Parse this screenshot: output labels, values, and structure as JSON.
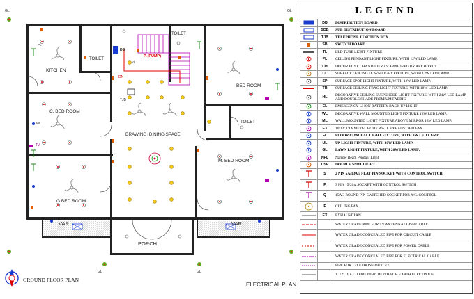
{
  "plan": {
    "title": "GROUND FLOOR PLAN",
    "subtitle": "ELECTRICAL PLAN",
    "rooms": {
      "kitchen": "KITCHEN",
      "toilet1": "TOILET",
      "toilet2": "TOILET",
      "toilet3": "TOILET",
      "bed_room": "BED ROOM",
      "c_bed_room": "C. BED ROOM",
      "drawing": "DRAWING+DINING SPACE",
      "m_bed_room": "M. BED ROOM",
      "g_bed_room": "G.BED ROOM",
      "var_left": "VAR",
      "var_right": "VAR",
      "porch": "PORCH"
    },
    "labels": {
      "db": "DB",
      "dn": "DN",
      "pump": "P-(PUMP)",
      "tjb": "TJB",
      "gl": "GL",
      "pl": "PL",
      "sp": "SP",
      "wl": "WL",
      "cl": "cl",
      "tv": "TV",
      "t": "T"
    }
  },
  "legend": {
    "title": "LEGEND",
    "items": [
      {
        "code": "DB",
        "desc": "DISTRIBUTION BOARD",
        "bold": true,
        "sym": "db-icon",
        "rows": 1
      },
      {
        "code": "SDB",
        "desc": "SUB DISTRIBUTION BOARD",
        "bold": true,
        "sym": "sdb-icon",
        "rows": 1
      },
      {
        "code": "TJB",
        "desc": "TELEPHONE JUNCTION BOX",
        "bold": true,
        "sym": "tjb-icon",
        "rows": 1
      },
      {
        "code": "SB",
        "desc": "SWITCH BOARD",
        "bold": true,
        "sym": "switch-board-icon",
        "rows": 1
      },
      {
        "code": "TL",
        "desc": "LED TUBE LIGHT FIXTURE",
        "bold": false,
        "sym": "tube-light-icon",
        "rows": 1
      },
      {
        "code": "PL",
        "desc": "CEILING PENDANT LIGHT FIXTURE, WITH 12W LED LAMP.",
        "bold": false,
        "sym": "pendant-light-icon",
        "rows": 1
      },
      {
        "code": "CH",
        "desc": "DECORATIVE CHANDILIER AS APPROVED BY ARCHITECT",
        "bold": false,
        "sym": "chandelier-icon",
        "rows": 1
      },
      {
        "code": "CL",
        "desc": "SURFACE CEILING DOWN LIGHT FIXTURE, WITH 12W LED LAMP.",
        "bold": false,
        "sym": "down-light-icon",
        "rows": 1
      },
      {
        "code": "SP",
        "desc": "SURFACE SPOT LIGHT FIXTURE, WITH 12W LED LAMP.",
        "bold": false,
        "sym": "spot-light-icon",
        "rows": 1
      },
      {
        "code": "TR",
        "desc": "SURFACE CEILING TRAC LIGHT FIXTURE, WITH 18W LED LAMP.",
        "bold": false,
        "sym": "track-light-icon",
        "rows": 1
      },
      {
        "code": "HL",
        "desc": "DECORATIVE CEILING SUSPENDED LIGHT FIXTURE, WITH 24W LED LAMP AND DOUBLE SHADE PREMIUM FABRIC",
        "bold": false,
        "sym": "suspended-light-icon",
        "rows": 2
      },
      {
        "code": "EL",
        "desc": "EMERGENCY  LI ION BATTERY BACK UP LIGHT",
        "bold": false,
        "sym": "emergency-light-icon",
        "rows": 1
      },
      {
        "code": "WL",
        "desc": "DECORATIVE WALL MOUNTED LIGHT FIXTURE 18W LED LAMP.",
        "bold": false,
        "sym": "wall-light-icon",
        "rows": 1
      },
      {
        "code": "ML",
        "desc": "WALL MOUNTED LIGHT FIXTURE ABOVE MIRROR 18W LED LAMP.",
        "bold": false,
        "sym": "mirror-light-icon",
        "rows": 1
      },
      {
        "code": "EX",
        "desc": "10/12\" DIA METAL BODY WALL EXHAUST AIR FAN",
        "bold": false,
        "sym": "exhaust-fan-icon",
        "rows": 1
      },
      {
        "code": "FL",
        "desc": "FLOOR CONCEAL LIGHT FIXTURE, WITH 3W LED LAMP",
        "bold": true,
        "sym": "floor-light-icon",
        "rows": 1
      },
      {
        "code": "UL",
        "desc": "UP LIGHT FIXTURE, WITH 20W LED LAMP.",
        "bold": true,
        "sym": "up-light-icon",
        "rows": 1
      },
      {
        "code": "GL",
        "desc": "LAWN LIGHT FIXTURE, WITH 20W LED LAMP.",
        "bold": true,
        "sym": "lawn-light-icon",
        "rows": 1
      },
      {
        "code": "NPL",
        "desc": "Narrow Beam Pendant Light",
        "bold": false,
        "sym": "narrow-pendant-icon",
        "rows": 1
      },
      {
        "code": "DSP",
        "desc": "DOUBLE SPOT LIGHT",
        "bold": true,
        "sym": "double-spot-icon",
        "rows": 1
      },
      {
        "code": "S",
        "desc": "2 PIN 5A/13A 5 FLAT PIN SOCKET WITH CONTROL SWITCH",
        "bold": true,
        "sym": "socket-5a-icon",
        "rows": 2
      },
      {
        "code": "P",
        "desc": "3 PIN 15/20A SOCKET WITH CONTROL SWITCH",
        "bold": false,
        "sym": "socket-15a-icon",
        "rows": 2
      },
      {
        "code": "Q",
        "desc": "15A 3 ROUND PIN SWITCHED SOCKET FOR A/C. CONTROL",
        "bold": false,
        "sym": "ac-socket-icon",
        "rows": 2
      },
      {
        "code": "F",
        "desc": "CEILING FAN",
        "bold": false,
        "sym": "ceiling-fan-icon",
        "rows": 2
      },
      {
        "code": "EX",
        "desc": "EXHAUST FAN",
        "bold": false,
        "sym": "exhaust-fan-line-icon",
        "rows": 1
      },
      {
        "code": "",
        "desc": "WATER GRADE PIPE FOR TV ANTENNA / DISH CABLE",
        "bold": false,
        "sym": "tv-cable-line-icon",
        "rows": 2
      },
      {
        "code": "",
        "desc": "WATER GRADE CONCEALED PIPE FOR CIRCUIT CABLE",
        "bold": false,
        "sym": "circuit-cable-line-icon",
        "rows": 2
      },
      {
        "code": "",
        "desc": "WATER GRADE CONCEALED PIPE FOR POWER CABLE",
        "bold": false,
        "sym": "power-cable-line-icon",
        "rows": 2
      },
      {
        "code": "",
        "desc": "WATER GRADE CONCEALED PIPE FOR ELECTRICAL CABLE",
        "bold": false,
        "sym": "electrical-cable-line-icon",
        "rows": 2
      },
      {
        "code": "",
        "desc": "PIPE FOR TELEPHONE OUTLET",
        "bold": false,
        "sym": "telephone-line-icon",
        "rows": 1
      },
      {
        "code": "",
        "desc": "1 1/2\" DIA G.I PIPE 60'-0\" DEPTH FOR EARTH ELECTRODE",
        "bold": false,
        "sym": "earth-electrode-icon",
        "rows": 2
      }
    ]
  }
}
